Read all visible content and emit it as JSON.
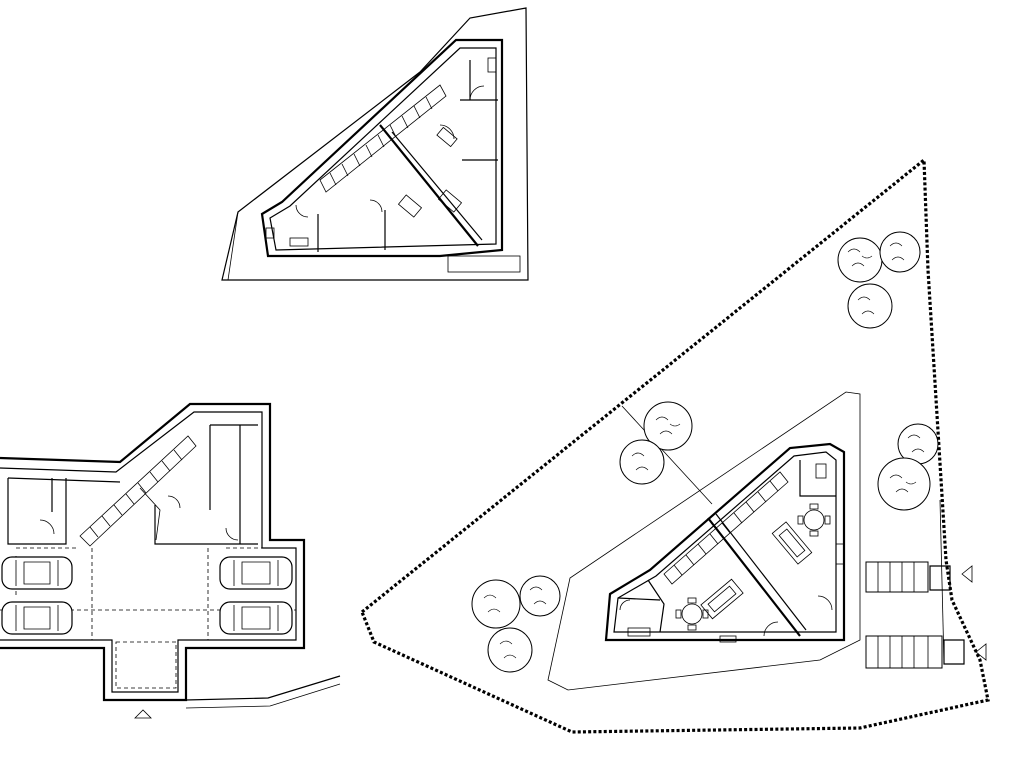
{
  "plans": [
    {
      "id": "upper-floor-plan",
      "symbols": [
        "stair",
        "door",
        "toilet",
        "wash-basin"
      ]
    },
    {
      "id": "basement-garage-plan",
      "symbols": [
        "car",
        "car",
        "car",
        "car",
        "stair",
        "door"
      ]
    },
    {
      "id": "site-ground-floor-plan",
      "symbols": [
        "tree",
        "stair",
        "sofa",
        "dining-table",
        "parking-bay"
      ]
    }
  ],
  "icons": [
    "entrance-triangle-icon",
    "tree-icon",
    "car-icon",
    "stair-icon",
    "door-swing-icon"
  ],
  "colors": {
    "line": "#000000",
    "background": "#ffffff"
  }
}
